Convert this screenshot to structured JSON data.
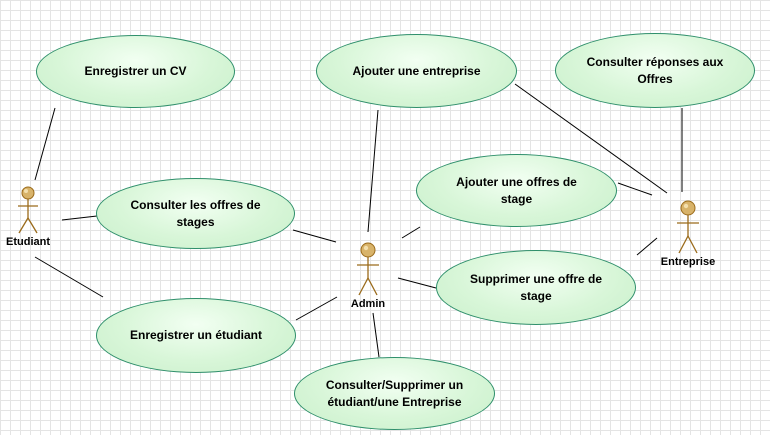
{
  "actors": [
    {
      "id": "etudiant",
      "label": "Etudiant"
    },
    {
      "id": "admin",
      "label": "Admin"
    },
    {
      "id": "entreprise",
      "label": "Entreprise"
    }
  ],
  "use_cases": [
    {
      "id": "uc-enregistrer-cv",
      "label": "Enregistrer un CV"
    },
    {
      "id": "uc-consulter-offres",
      "label": "Consulter les offres de stages"
    },
    {
      "id": "uc-enregistrer-etudiant",
      "label": "Enregistrer un étudiant"
    },
    {
      "id": "uc-ajouter-entreprise",
      "label": "Ajouter une entreprise"
    },
    {
      "id": "uc-ajouter-offre",
      "label": "Ajouter une offres de stage"
    },
    {
      "id": "uc-supprimer-offre",
      "label": "Supprimer une offre de stage"
    },
    {
      "id": "uc-consulter-supprimer",
      "label": "Consulter/Supprimer un étudiant/une Entreprise"
    },
    {
      "id": "uc-consulter-reponses",
      "label": "Consulter réponses aux Offres"
    }
  ],
  "colors": {
    "usecase_border": "#2f8f6b",
    "usecase_fill": "#d8f6d8",
    "actor_head": "#d8b36a",
    "actor_body": "#9a6a1a",
    "line": "#000000",
    "grid": "#e4e4e4"
  }
}
